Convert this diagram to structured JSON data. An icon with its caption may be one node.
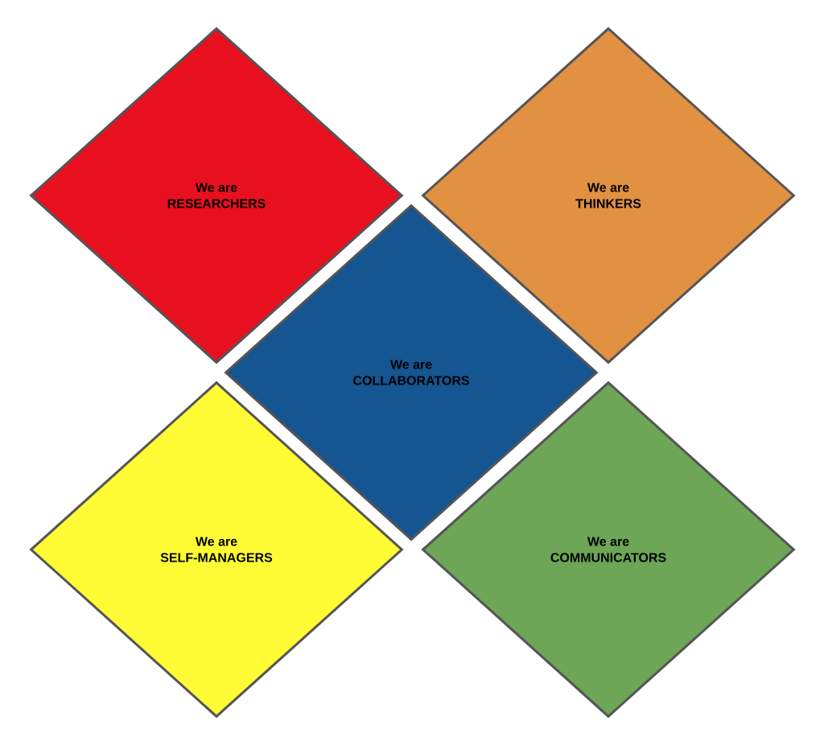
{
  "diagram": {
    "nodes": [
      {
        "text": [
          "We are",
          "RESEARCHERS"
        ]
      },
      {
        "text": [
          "We are",
          "THINKERS"
        ]
      },
      {
        "text": [
          "We are",
          "COLLABORATORS"
        ]
      },
      {
        "text": [
          "We are",
          "SELF-MANAGERS"
        ]
      },
      {
        "text": [
          "We are",
          "COMMUNICATORS"
        ]
      }
    ]
  }
}
